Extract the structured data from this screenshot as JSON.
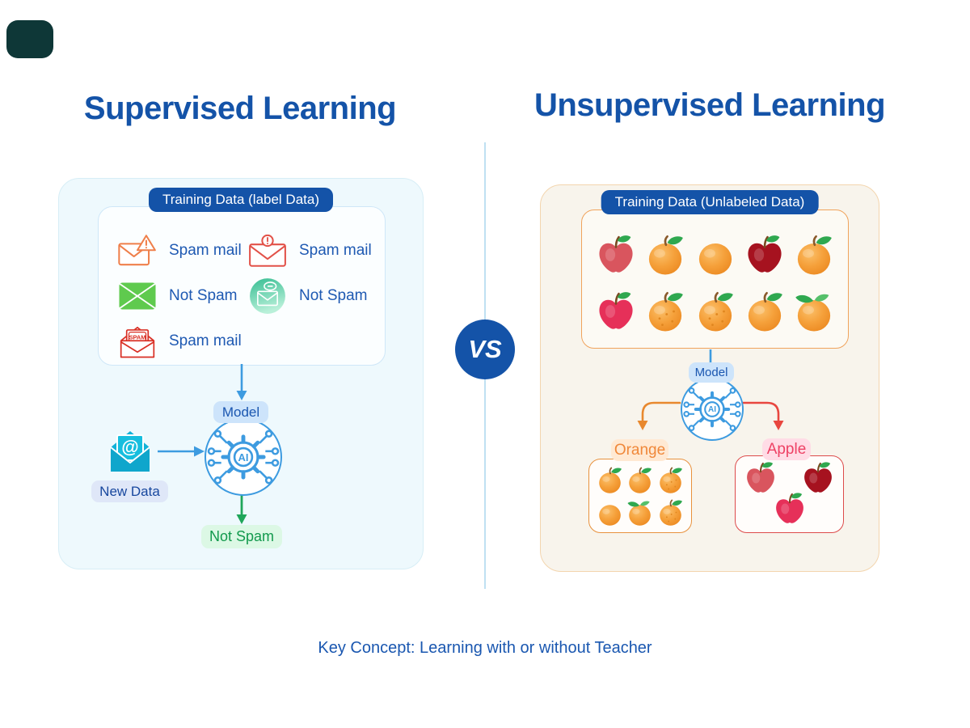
{
  "titles": {
    "left": "Supervised Learning",
    "right": "Unsupervised Learning"
  },
  "vs_badge": "VS",
  "footer": "Key Concept:  Learning with or without Teacher",
  "colors": {
    "deep_blue": "#1453a8",
    "label_blue": "#1e59b2",
    "arrow_blue": "#3d9be0",
    "green": "#1fa65a",
    "orange": "#e8882e",
    "red": "#e8463f",
    "panel_left_bg": "#eef9fd",
    "panel_right_bg": "#f8f4ec"
  },
  "supervised": {
    "header": "Training Data (label Data)",
    "mail_items": [
      {
        "icon": "spam-warning-envelope-icon",
        "label": "Spam mail"
      },
      {
        "icon": "alert-envelope-icon",
        "label": "Spam mail"
      },
      {
        "icon": "green-envelope-icon",
        "label": "Not Spam"
      },
      {
        "icon": "teal-circle-envelope-icon",
        "label": "Not Spam"
      },
      {
        "icon": "open-spam-envelope-icon",
        "label": "Spam mail"
      }
    ],
    "spam_stamp": "SPAM",
    "model_label": "Model",
    "ai_chip_text": "AI",
    "new_data": {
      "icon": "email-at-envelope-icon",
      "label": "New Data",
      "at_symbol": "@"
    },
    "prediction_label": "Not Spam"
  },
  "unsupervised": {
    "header": "Training Data (Unlabeled Data)",
    "training_fruits_rows": [
      [
        "red-apple",
        "orange-with-leaf",
        "orange",
        "dark-red-apple",
        "orange-with-leaf"
      ],
      [
        "pink-apple",
        "orange-dotted",
        "orange-textured",
        "orange-with-leaf",
        "orange-with-leaves"
      ]
    ],
    "model_label": "Model",
    "ai_chip_text": "AI",
    "clusters": [
      {
        "label": "Orange",
        "fruits": [
          "orange-with-leaf",
          "orange-with-leaf",
          "orange-dotted",
          "orange",
          "orange-with-leaves",
          "orange-dotted"
        ]
      },
      {
        "label": "Apple",
        "fruits": [
          "red-apple",
          "dark-red-apple",
          "pink-apple"
        ]
      }
    ]
  }
}
